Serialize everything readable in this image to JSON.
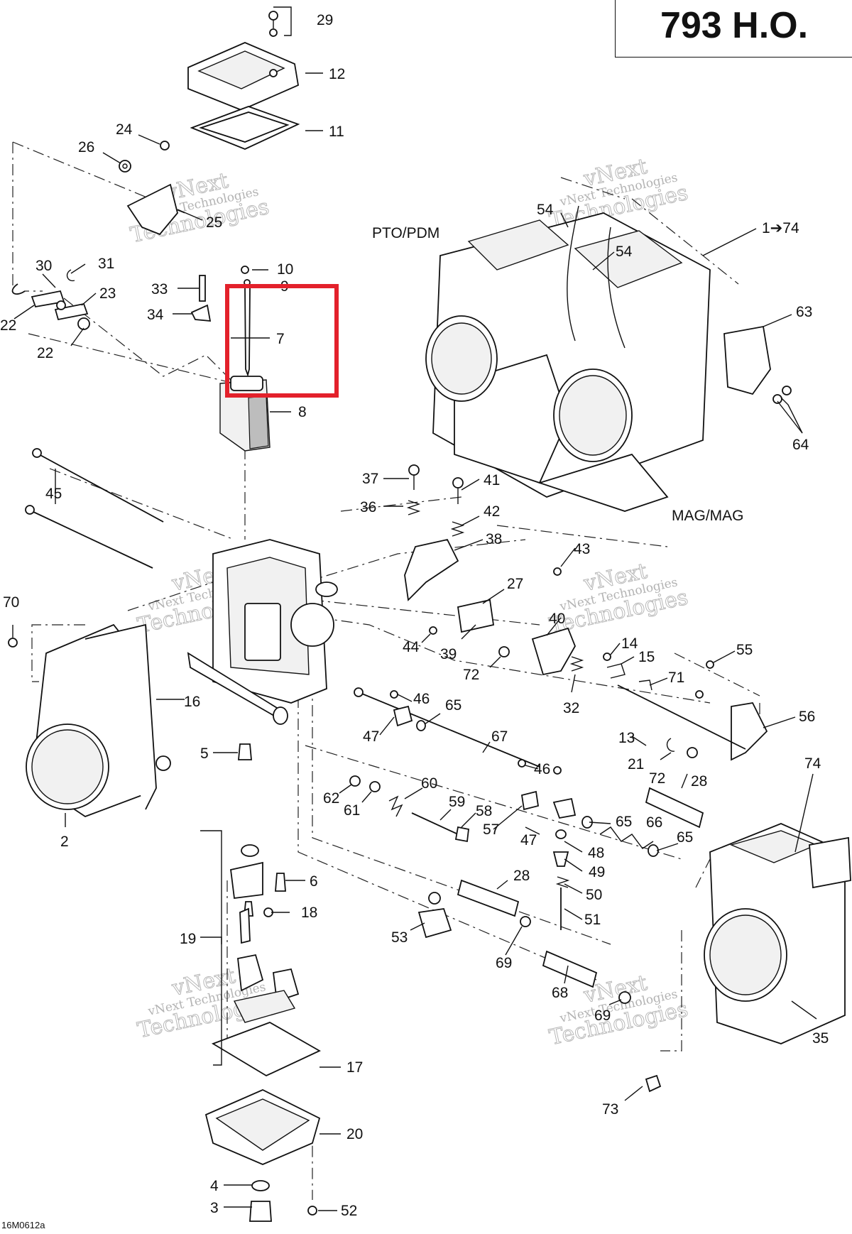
{
  "title": "793 H.O.",
  "drawing_code": "16M0612a",
  "section_labels": {
    "pto": "PTO/PDM",
    "mag": "MAG/MAG"
  },
  "watermark": {
    "line1": "vNext Technologies",
    "line2": "Technologies",
    "line0": "vNext"
  },
  "highlight": {
    "color": "#e3212b"
  },
  "part_labels": {
    "p29": "29",
    "p12": "12",
    "p11": "11",
    "p24": "24",
    "p26": "26",
    "p25": "25",
    "p30": "30",
    "p31": "31",
    "p23": "23",
    "p22a": "22",
    "p22b": "22",
    "p33": "33",
    "p34": "34",
    "p10": "10",
    "p9": "9",
    "p7": "7",
    "p8": "8",
    "p45": "45",
    "p70": "70",
    "p16": "16",
    "p5": "5",
    "p2": "2",
    "p6": "6",
    "p18": "18",
    "p19": "19",
    "p17": "17",
    "p20": "20",
    "p4": "4",
    "p3": "3",
    "p52": "52",
    "p54a": "54",
    "p54b": "54",
    "p1_74": "1➔74",
    "p63": "63",
    "p64": "64",
    "p37": "37",
    "p41": "41",
    "p36": "36",
    "p42": "42",
    "p38": "38",
    "p43": "43",
    "p27": "27",
    "p40": "40",
    "p44": "44",
    "p39": "39",
    "p72a": "72",
    "p14": "14",
    "p15": "15",
    "p55": "55",
    "p71": "71",
    "p32": "32",
    "p46a": "46",
    "p65a": "65",
    "p47a": "47",
    "p67": "67",
    "p56": "56",
    "p13": "13",
    "p21": "21",
    "p72b": "72",
    "p28a": "28",
    "p74": "74",
    "p46b": "46",
    "p60": "60",
    "p62": "62",
    "p61": "61",
    "p59": "59",
    "p58": "58",
    "p57": "57",
    "p65b": "65",
    "p66": "66",
    "p47b": "47",
    "p65c": "65",
    "p48": "48",
    "p49": "49",
    "p50": "50",
    "p51": "51",
    "p28b": "28",
    "p53": "53",
    "p69a": "69",
    "p68": "68",
    "p69b": "69",
    "p35": "35",
    "p73": "73"
  }
}
